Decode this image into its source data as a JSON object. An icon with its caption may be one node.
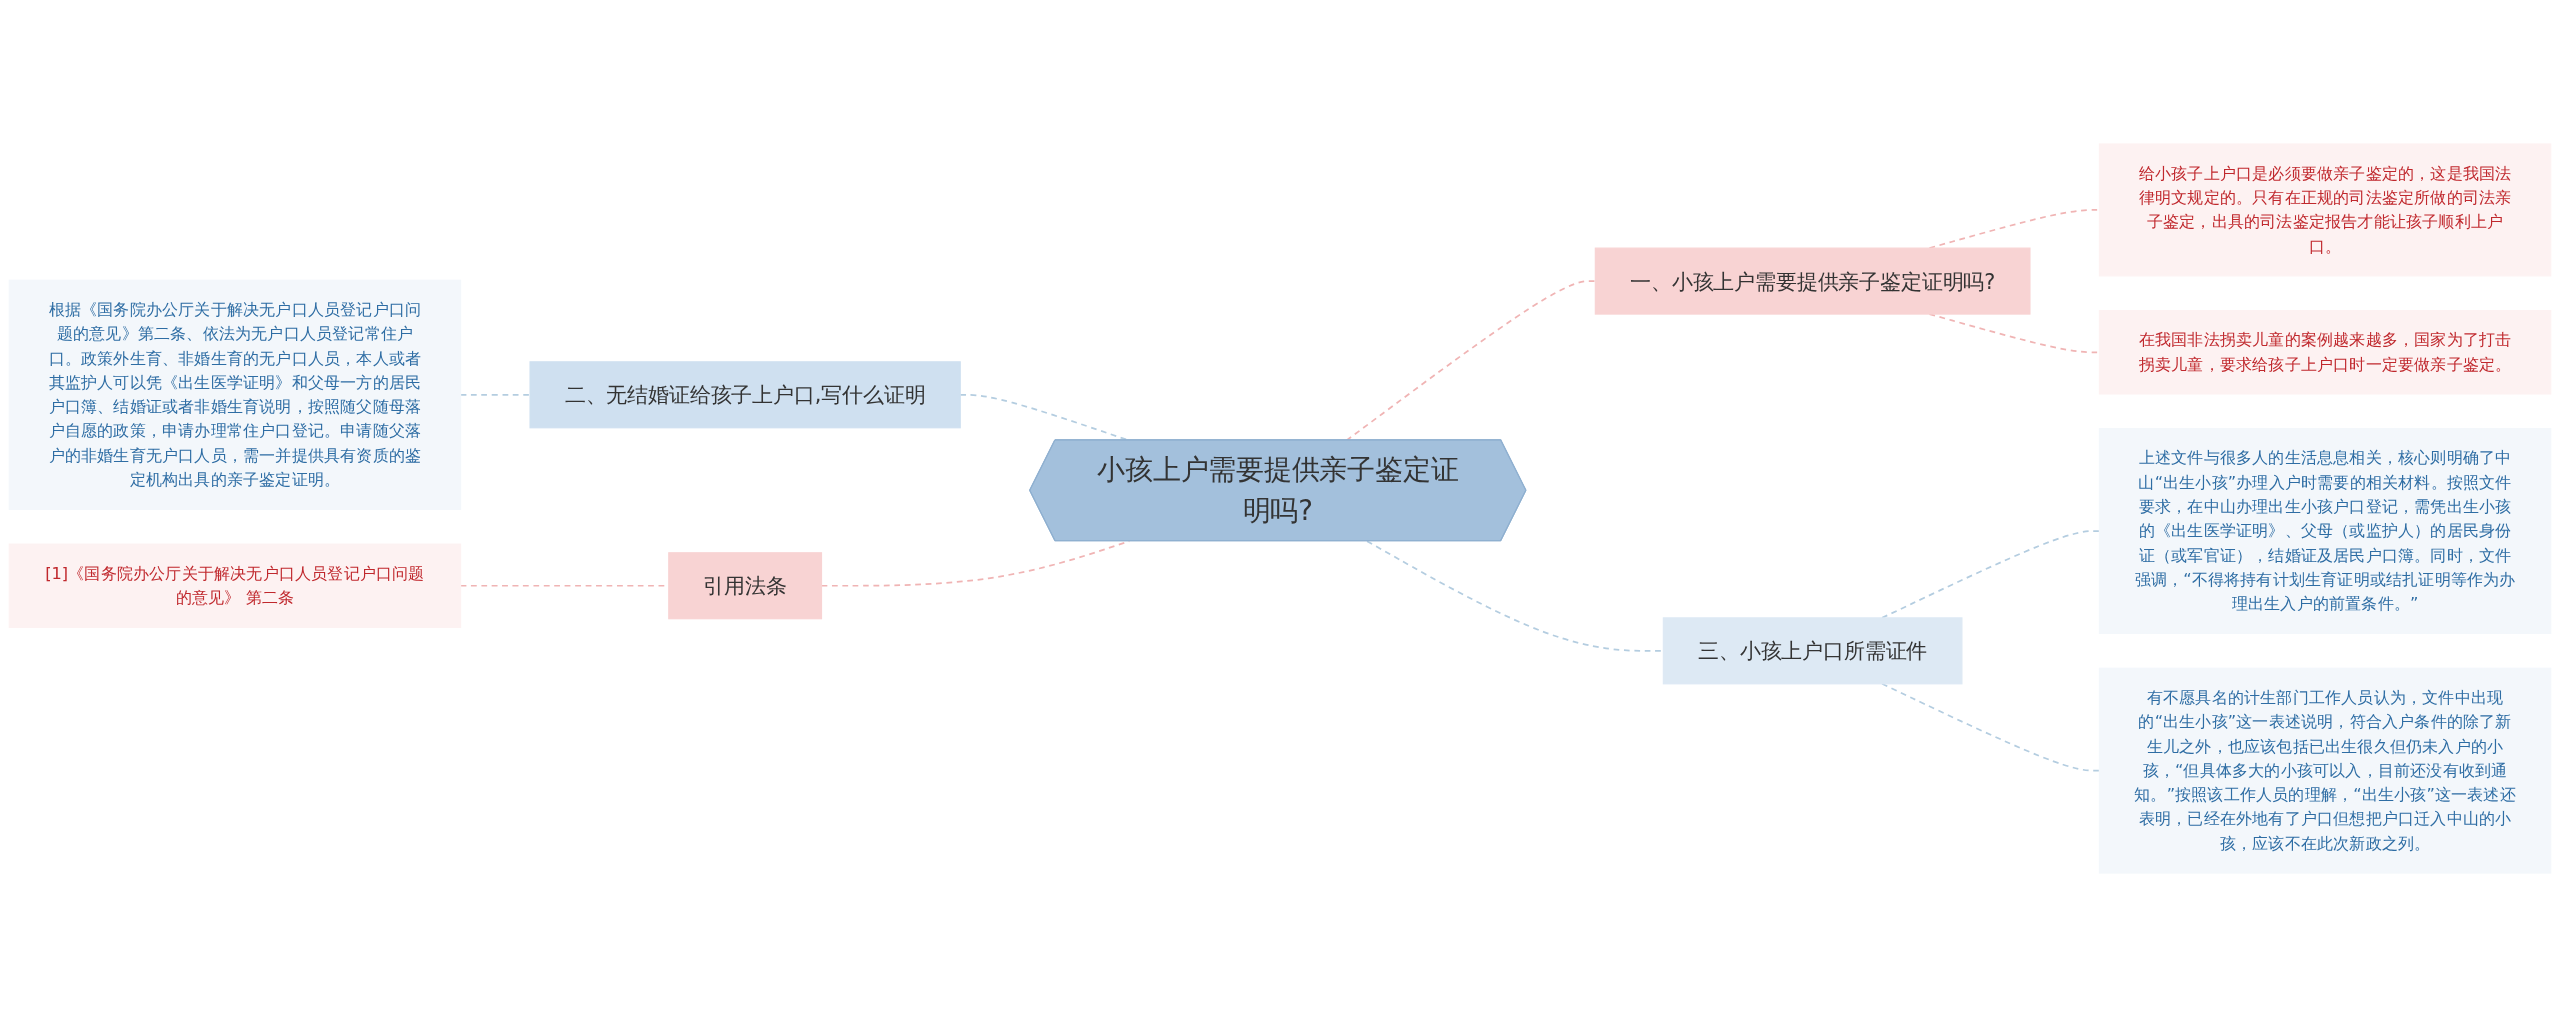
{
  "diagram": {
    "nodes": [
      {
        "text": [
          "小孩上户需要提供亲子鉴定证明吗?"
        ]
      },
      {
        "text": [
          "一、小孩上户需要提供亲子鉴定证明吗?"
        ]
      },
      {
        "text": [
          "给小孩子上户口是必须要做亲子鉴定的，这是我国法律明文规定的。只有在正规的司法鉴定所做的司法亲子鉴定，出具的司法鉴定报告才能让孩子顺利上户口。"
        ]
      },
      {
        "text": [
          "在我国非法拐卖儿童的案例越来越多，国家为了打击拐卖儿童，要求给孩子上户口时一定要做亲子鉴定。"
        ]
      },
      {
        "text": [
          "二、无结婚证给孩子上户口,写什么证明"
        ]
      },
      {
        "text": [
          "根据《国务院办公厅关于解决无户口人员登记户口问题的意见》第二条、依法为无户口人员登记常住户口。政策外生育、非婚生育的无户口人员，本人或者其监护人可以凭《出生医学证明》和父母一方的居民户口簿、结婚证或者非婚生育说明，按照随父随母落户自愿的政策，申请办理常住户口登记。申请随父落户的非婚生育无户口人员，需一并提供具有资质的鉴定机构出具的亲子鉴定证明。"
        ]
      },
      {
        "text": [
          "三、小孩上户口所需证件"
        ]
      },
      {
        "text": [
          "上述文件与很多人的生活息息相关，核心则明确了中山“出生小孩”办理入户时需要的相关材料。按照文件要求，在中山办理出生小孩户口登记，需凭出生小孩的《出生医学证明》、父母（或监护人）的居民身份证（或军官证），结婚证及居民户口簿。同时，文件强调，“不得将持有计划生育证明或结扎证明等作为办理出生入户的前置条件。”"
        ]
      },
      {
        "text": [
          "有不愿具名的计生部门工作人员认为，文件中出现的“出生小孩”这一表述说明，符合入户条件的除了新生儿之外，也应该包括已出生很久但仍未入户的小孩，“但具体多大的小孩可以入，目前还没有收到通知。”按照该工作人员的理解，“出生小孩”这一表述还表明，已经在外地有了户口但想把户口迁入中山的小孩，应该不在此次新政之列。"
        ]
      },
      {
        "text": [
          "引用法条"
        ]
      },
      {
        "text": [
          "[1]《国务院办公厅关于解决无户口人员登记户口问题的意见》 第二条"
        ]
      }
    ],
    "edges": [
      {
        "from": 0,
        "to": 1,
        "arrow": "none",
        "style": "dashed",
        "color": "#f0b4b4"
      },
      {
        "from": 1,
        "to": 2,
        "arrow": "none",
        "style": "dashed",
        "color": "#f0b4b4"
      },
      {
        "from": 1,
        "to": 3,
        "arrow": "none",
        "style": "dashed",
        "color": "#f0b4b4"
      },
      {
        "from": 0,
        "to": 4,
        "arrow": "none",
        "style": "dashed",
        "color": "#b4cde0"
      },
      {
        "from": 4,
        "to": 5,
        "arrow": "none",
        "style": "dashed",
        "color": "#b4cde0"
      },
      {
        "from": 0,
        "to": 6,
        "arrow": "none",
        "style": "dashed",
        "color": "#b4cde0"
      },
      {
        "from": 6,
        "to": 7,
        "arrow": "none",
        "style": "dashed",
        "color": "#b4cde0"
      },
      {
        "from": 6,
        "to": 8,
        "arrow": "none",
        "style": "dashed",
        "color": "#b4cde0"
      },
      {
        "from": 0,
        "to": 9,
        "arrow": "none",
        "style": "dashed",
        "color": "#f0b4b4"
      },
      {
        "from": 9,
        "to": 10,
        "arrow": "none",
        "style": "dashed",
        "color": "#f0b4b4"
      }
    ]
  }
}
